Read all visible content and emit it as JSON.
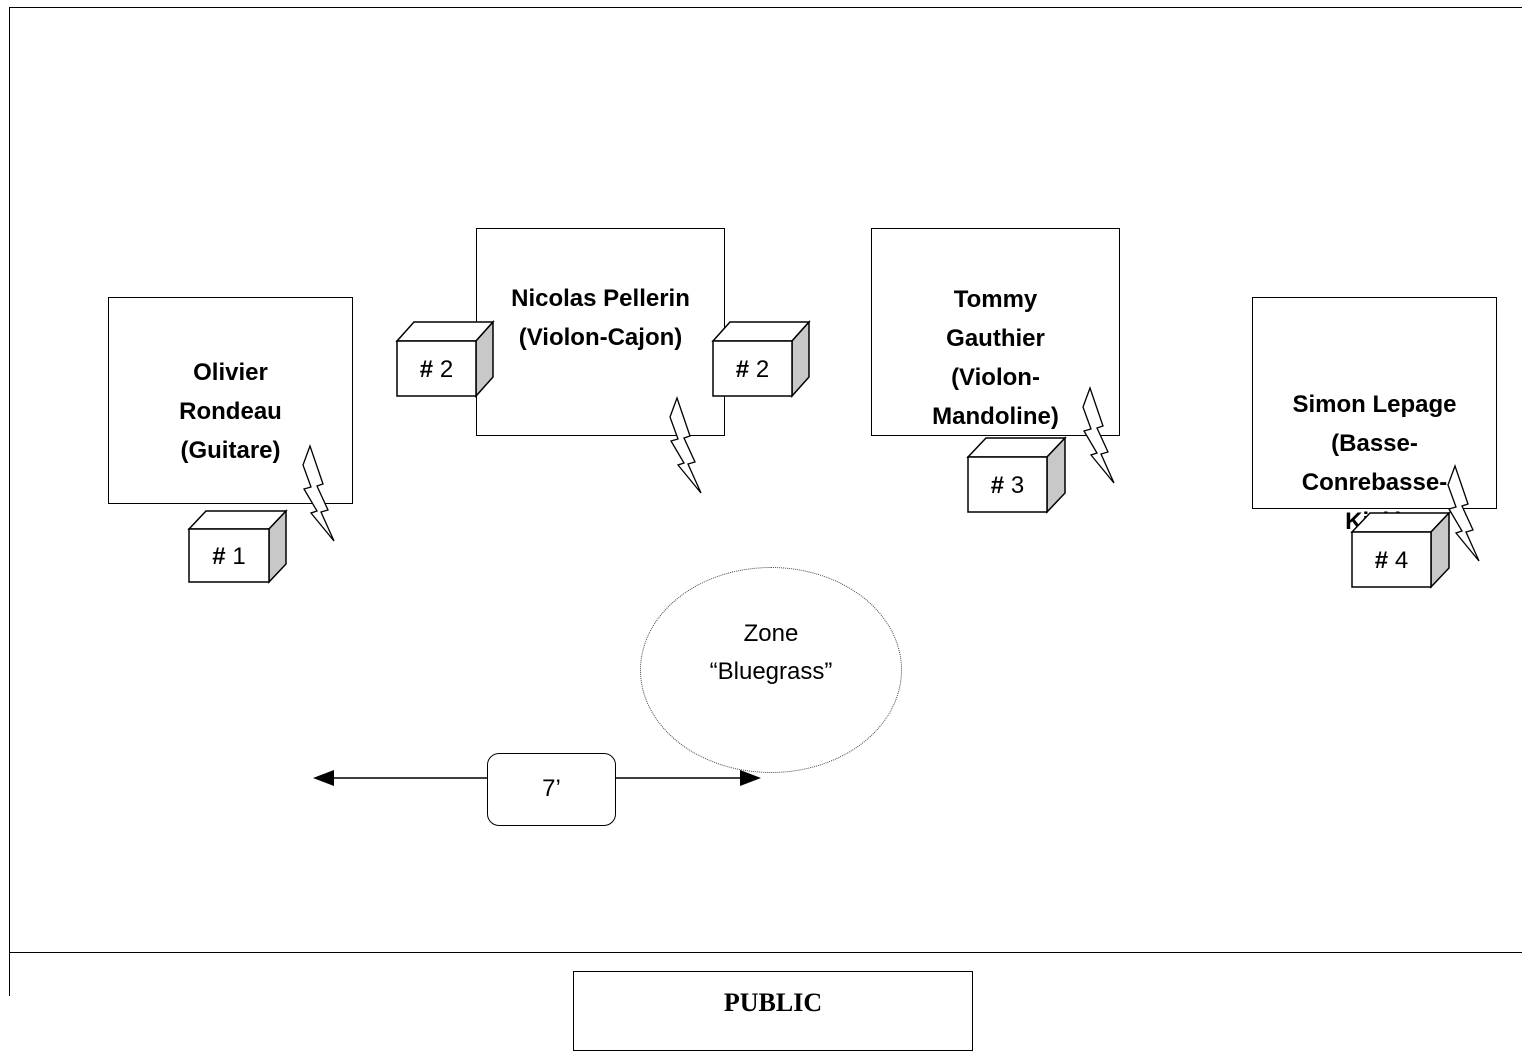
{
  "musicians": {
    "olivier": "Olivier\nRondeau\n(Guitare)",
    "nicolas": "Nicolas Pellerin\n(Violon-Cajon)",
    "tommy": "Tommy\nGauthier\n(Violon-\nMandoline)",
    "simon": "Simon Lepage\n(Basse-\nConrebasse-\nKick)"
  },
  "monitors": {
    "hash": "#",
    "m1": "1",
    "m2a": "2",
    "m2b": "2",
    "m3": "3",
    "m4": "4"
  },
  "zone": {
    "line1": "Zone",
    "line2": "“Bluegrass”"
  },
  "distance_label": "7’",
  "public_label": "PUBLIC"
}
